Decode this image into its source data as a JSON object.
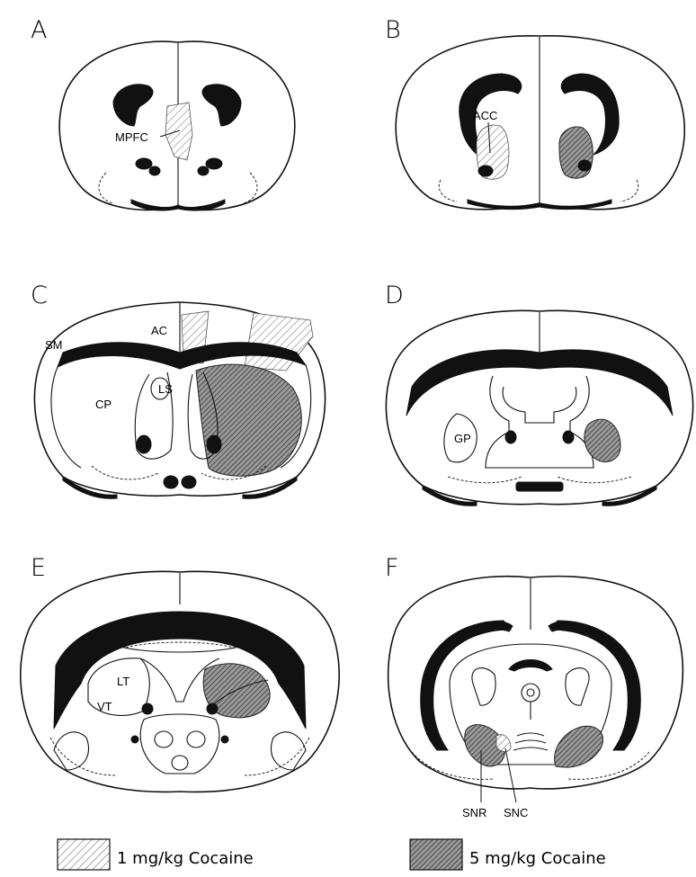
{
  "panels": [
    {
      "letter": "A",
      "labels": [
        "MPFC"
      ]
    },
    {
      "letter": "B",
      "labels": [
        "ACC"
      ]
    },
    {
      "letter": "C",
      "labels": [
        "SM",
        "AC",
        "CP",
        "LS"
      ]
    },
    {
      "letter": "D",
      "labels": [
        "GP"
      ]
    },
    {
      "letter": "E",
      "labels": [
        "LT",
        "VT"
      ]
    },
    {
      "letter": "F",
      "labels": [
        "SNR",
        "SNC"
      ]
    }
  ],
  "legend": [
    {
      "label": "1 mg/kg Cocaine",
      "pattern": "light-hatch"
    },
    {
      "label": "5 mg/kg Cocaine",
      "pattern": "dark-hatch"
    }
  ]
}
